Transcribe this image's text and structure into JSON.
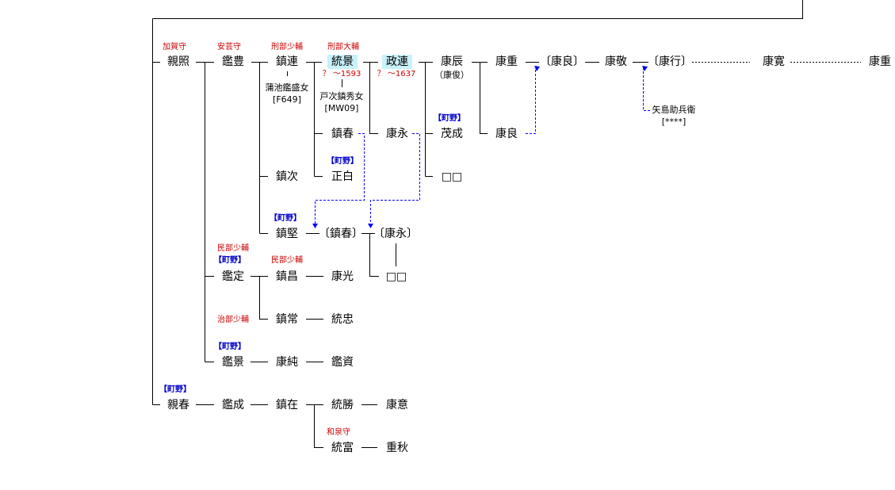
{
  "persons": {
    "chikateru": "親照",
    "kanetoyo": "鑑豊",
    "shigetsura": "鎮連",
    "munekage": "統景",
    "masatsura": "政連",
    "yasutoki": "康辰",
    "yasutoki_alias": "（康俊）",
    "yasushige_top": "康重",
    "yasuyoshi_b": "〔康良〕",
    "yasutaka": "康敬",
    "yasuyuki_b": "〔康行〕",
    "yasuhiro": "康寛",
    "yasushige_end": "康重",
    "shigeharu": "鎮春",
    "yasunaga": "康永",
    "shigenari": "茂成",
    "yasuyoshi": "康良",
    "shigetsugu": "鎮次",
    "masashiro": "正白",
    "unknown1": "□□",
    "shigekata": "鎮堅",
    "shigeharu_b": "〔鎮春〕",
    "yasunaga_b": "〔康永〕",
    "unknown2": "□□",
    "kanesada": "鑑定",
    "shigemasa": "鎮昌",
    "yasumitsu": "康光",
    "shigetsune": "鎮常",
    "munetada": "統忠",
    "kanekage": "鑑景",
    "yasuzumi": "康純",
    "kanesuke": "鑑資",
    "chikaharu": "親春",
    "kanenari": "鑑成",
    "shigeari": "鎮在",
    "munekatsu": "統勝",
    "yasuoki": "康意",
    "munetomi": "統富",
    "shigeaki": "重秋"
  },
  "titles": {
    "kaga": "加賀守",
    "aki": "安芸守",
    "gyobu_shoyu": "刑部少輔",
    "gyobu_taiyu": "刑部大輔",
    "minbu_shoyu": "民部少輔",
    "minbu_shoyu2": "民部少輔",
    "jibu_shoyu": "治部少輔",
    "izumi": "和泉守"
  },
  "branch_tags": {
    "t1": "【町野】",
    "t2": "【町野】",
    "t3": "【町野】",
    "t4": "【町野】",
    "t5": "【町野】",
    "t6": "【町野】"
  },
  "dates": {
    "munekage": "？ 〜1593",
    "masatsura": "？ 〜1637"
  },
  "spouses": {
    "s1_name": "蒲池鑑盛女",
    "s1_ref": "[F649]",
    "s2_name": "戸次鎮秀女",
    "s2_ref": "[MW09]",
    "s3_name": "矢島助兵衛",
    "s3_ref": "[****]"
  },
  "colors": {
    "line": "#000000",
    "adoption_line": "#0000ff",
    "title_red": "#cc0000",
    "tag_blue": "#0000cc",
    "highlight": "#c9f1f9"
  }
}
